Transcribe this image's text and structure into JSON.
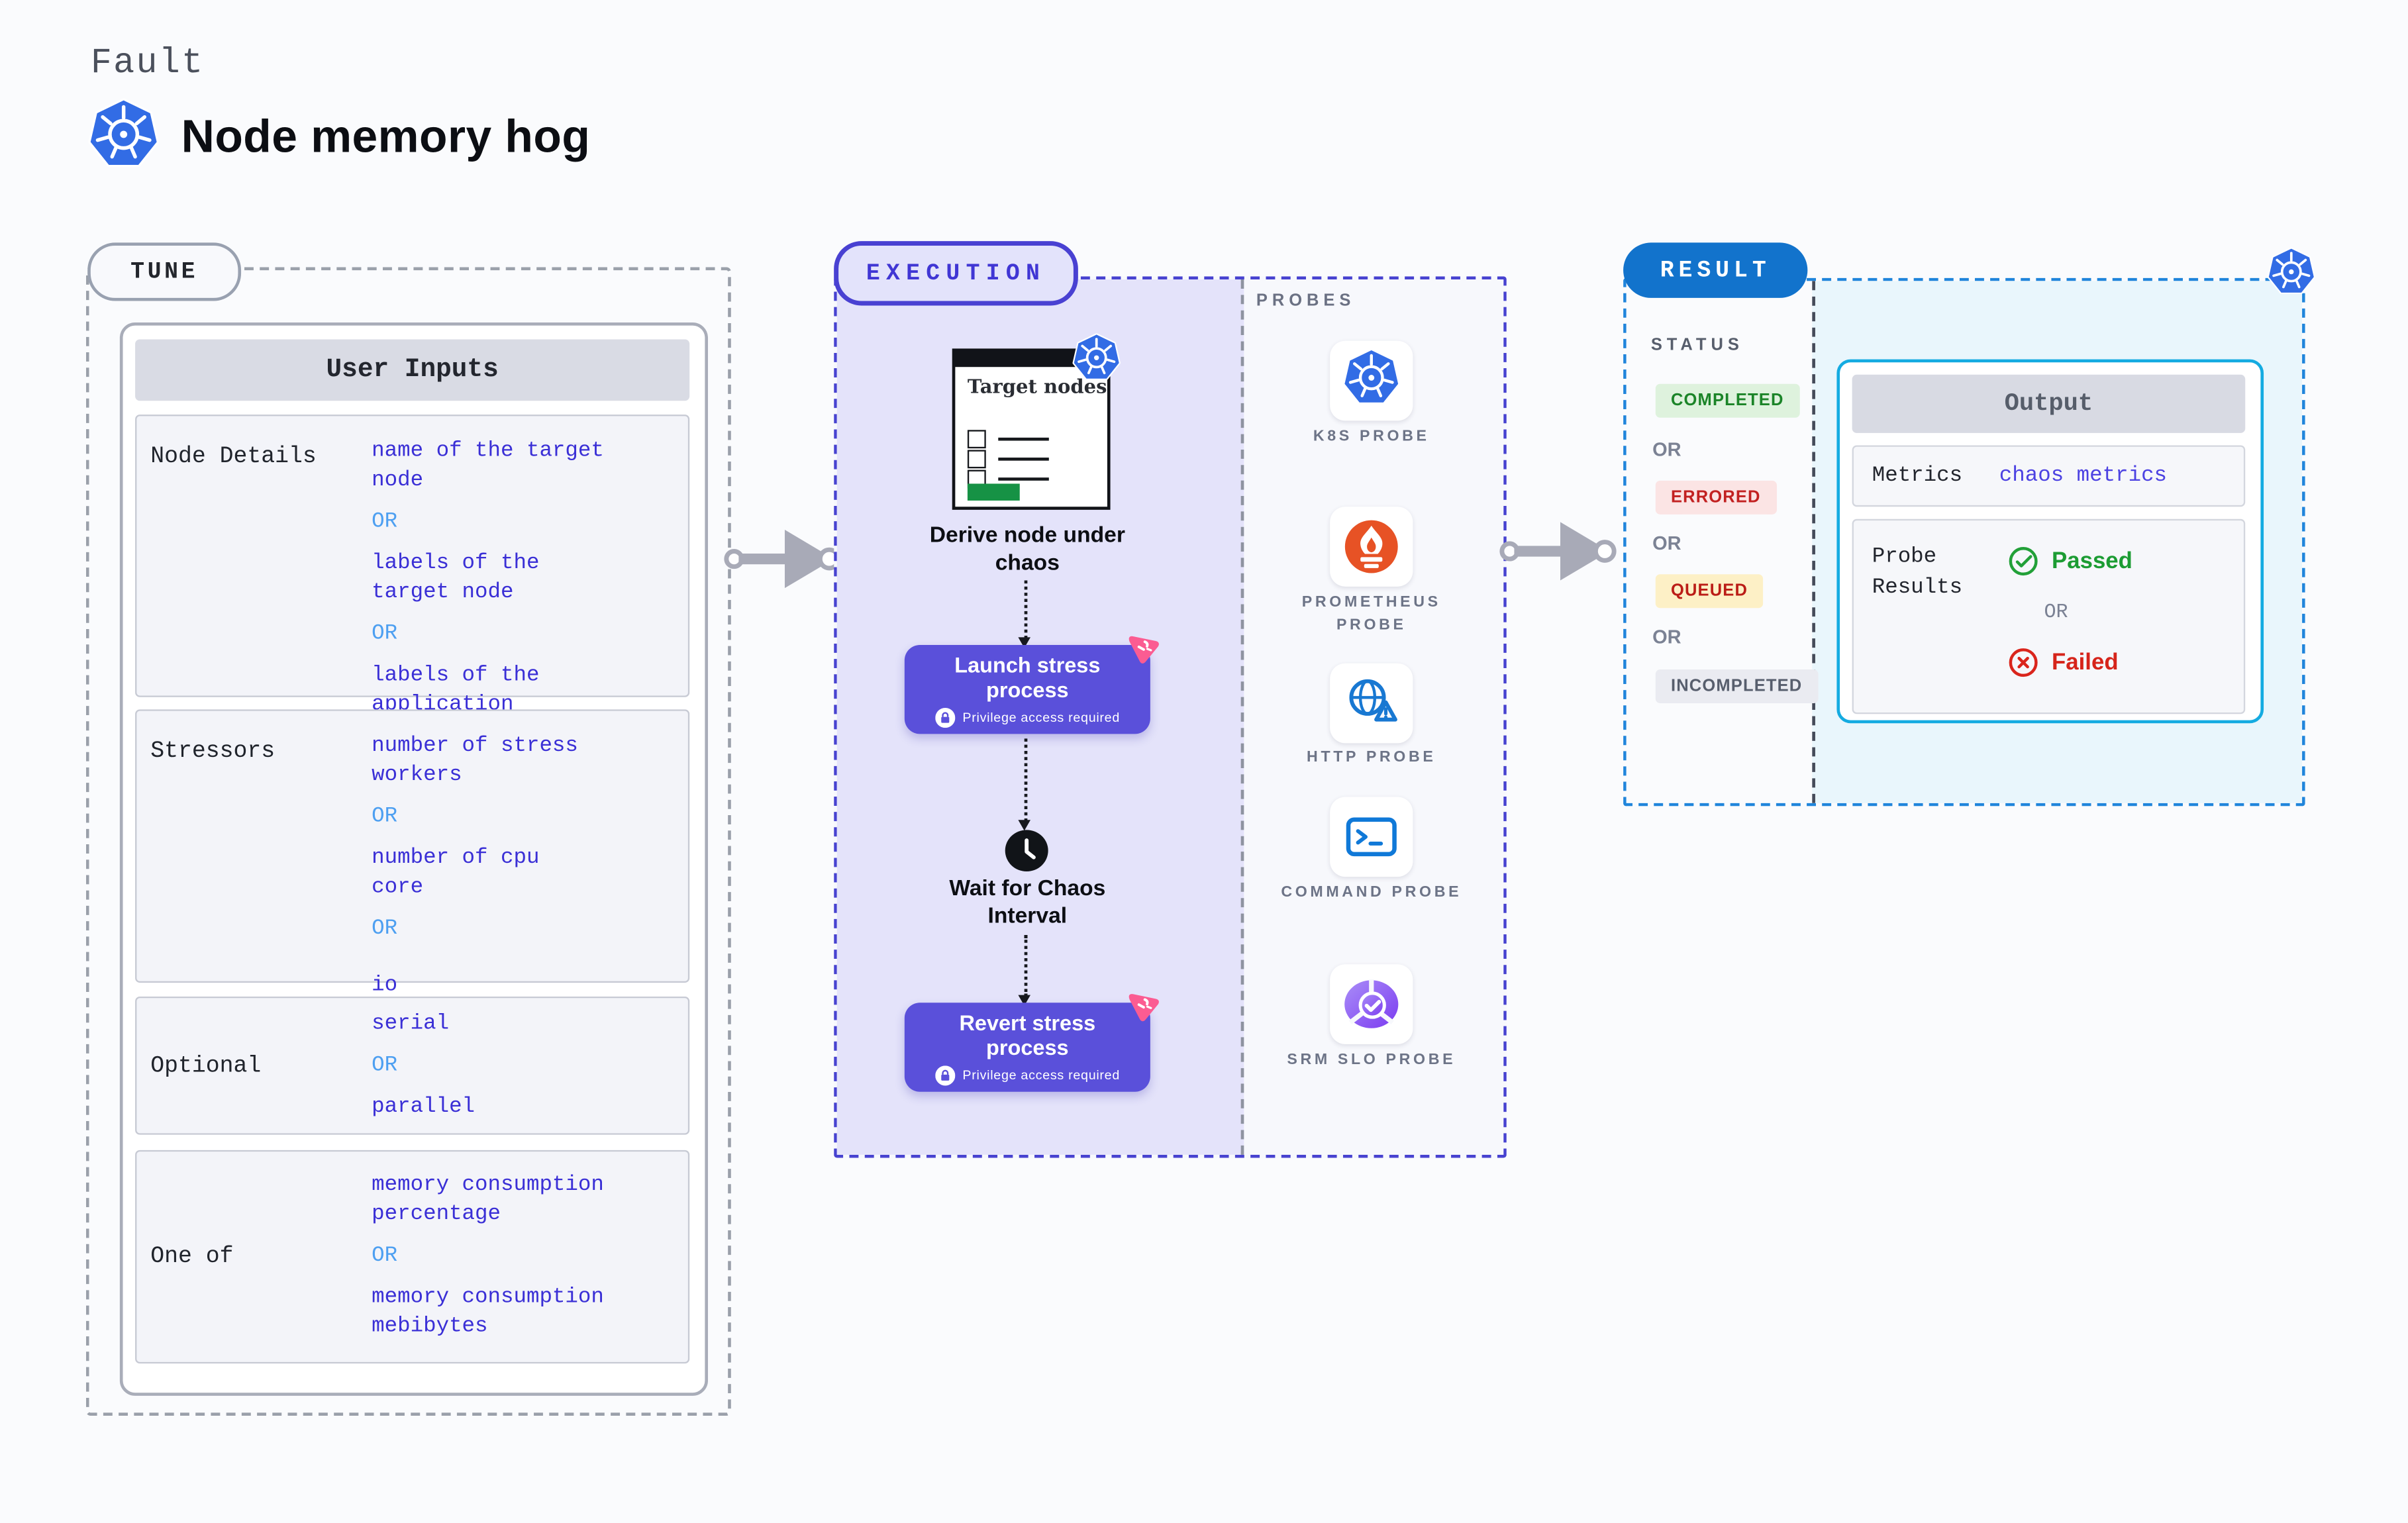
{
  "header": {
    "kicker": "Fault",
    "title": "Node memory hog"
  },
  "tune": {
    "pill": "TUNE",
    "card_title": "User Inputs",
    "or": "OR",
    "rows": [
      {
        "label": "Node Details",
        "options": [
          "name of the target\nnode",
          "labels of the\ntarget node",
          "labels of the application\n scheduled on target node"
        ]
      },
      {
        "label": "Stressors",
        "options": [
          "number of stress\nworkers",
          "number of cpu\ncore",
          "io"
        ]
      },
      {
        "label": "Optional",
        "options": [
          "serial",
          "parallel"
        ]
      },
      {
        "label": "One of",
        "options": [
          "memory consumption\npercentage",
          "memory consumption\nmebibytes"
        ]
      }
    ]
  },
  "execution": {
    "pill": "EXECUTION",
    "target_card_title": "Target nodes",
    "derive_step": "Derive node under chaos",
    "launch_button": {
      "title": "Launch stress process",
      "subtitle": "Privilege access required"
    },
    "wait_step": "Wait for Chaos Interval",
    "revert_button": {
      "title": "Revert stress process",
      "subtitle": "Privilege access required"
    }
  },
  "probes": {
    "label": "PROBES",
    "items": [
      {
        "name": "K8S PROBE",
        "icon": "kubernetes-icon"
      },
      {
        "name": "PROMETHEUS PROBE",
        "icon": "prometheus-icon"
      },
      {
        "name": "HTTP PROBE",
        "icon": "http-globe-icon"
      },
      {
        "name": "COMMAND PROBE",
        "icon": "terminal-icon"
      },
      {
        "name": "SRM SLO PROBE",
        "icon": "srm-slo-icon"
      }
    ]
  },
  "result": {
    "pill": "RESULT",
    "status_label": "STATUS",
    "or": "OR",
    "statuses": [
      {
        "text": "COMPLETED",
        "fg": "#1b8428",
        "bg": "#def2dd"
      },
      {
        "text": "ERRORED",
        "fg": "#c22121",
        "bg": "#fbe4e4"
      },
      {
        "text": "QUEUED",
        "fg": "#bb1d17",
        "bg": "#fdf0c6"
      },
      {
        "text": "INCOMPLETED",
        "fg": "#575e6d",
        "bg": "#eaebf1"
      }
    ],
    "output": {
      "title": "Output",
      "metrics_label": "Metrics",
      "metrics_value": "chaos metrics",
      "probe_results_label": "Probe\nResults",
      "passed": "Passed",
      "failed": "Failed"
    }
  },
  "colors": {
    "page_bg": "#fafbfd",
    "value_indigo": "#3a2fd6",
    "or_blue": "#4d9ff1",
    "execution_accent": "#4941d2",
    "execution_fill": "#e4e3fa",
    "button_purple": "#5a50da",
    "litmus_pink": "#fb5c92",
    "result_accent": "#1273cc",
    "result_fill": "#e9f6fc",
    "output_border": "#14abe1",
    "kubernetes_blue": "#326ce5",
    "prometheus_orange": "#e75225",
    "passed_green": "#1c9c33",
    "failed_red": "#d6241a",
    "arrow_gray": "#a8aab7",
    "target_green": "#169245"
  }
}
